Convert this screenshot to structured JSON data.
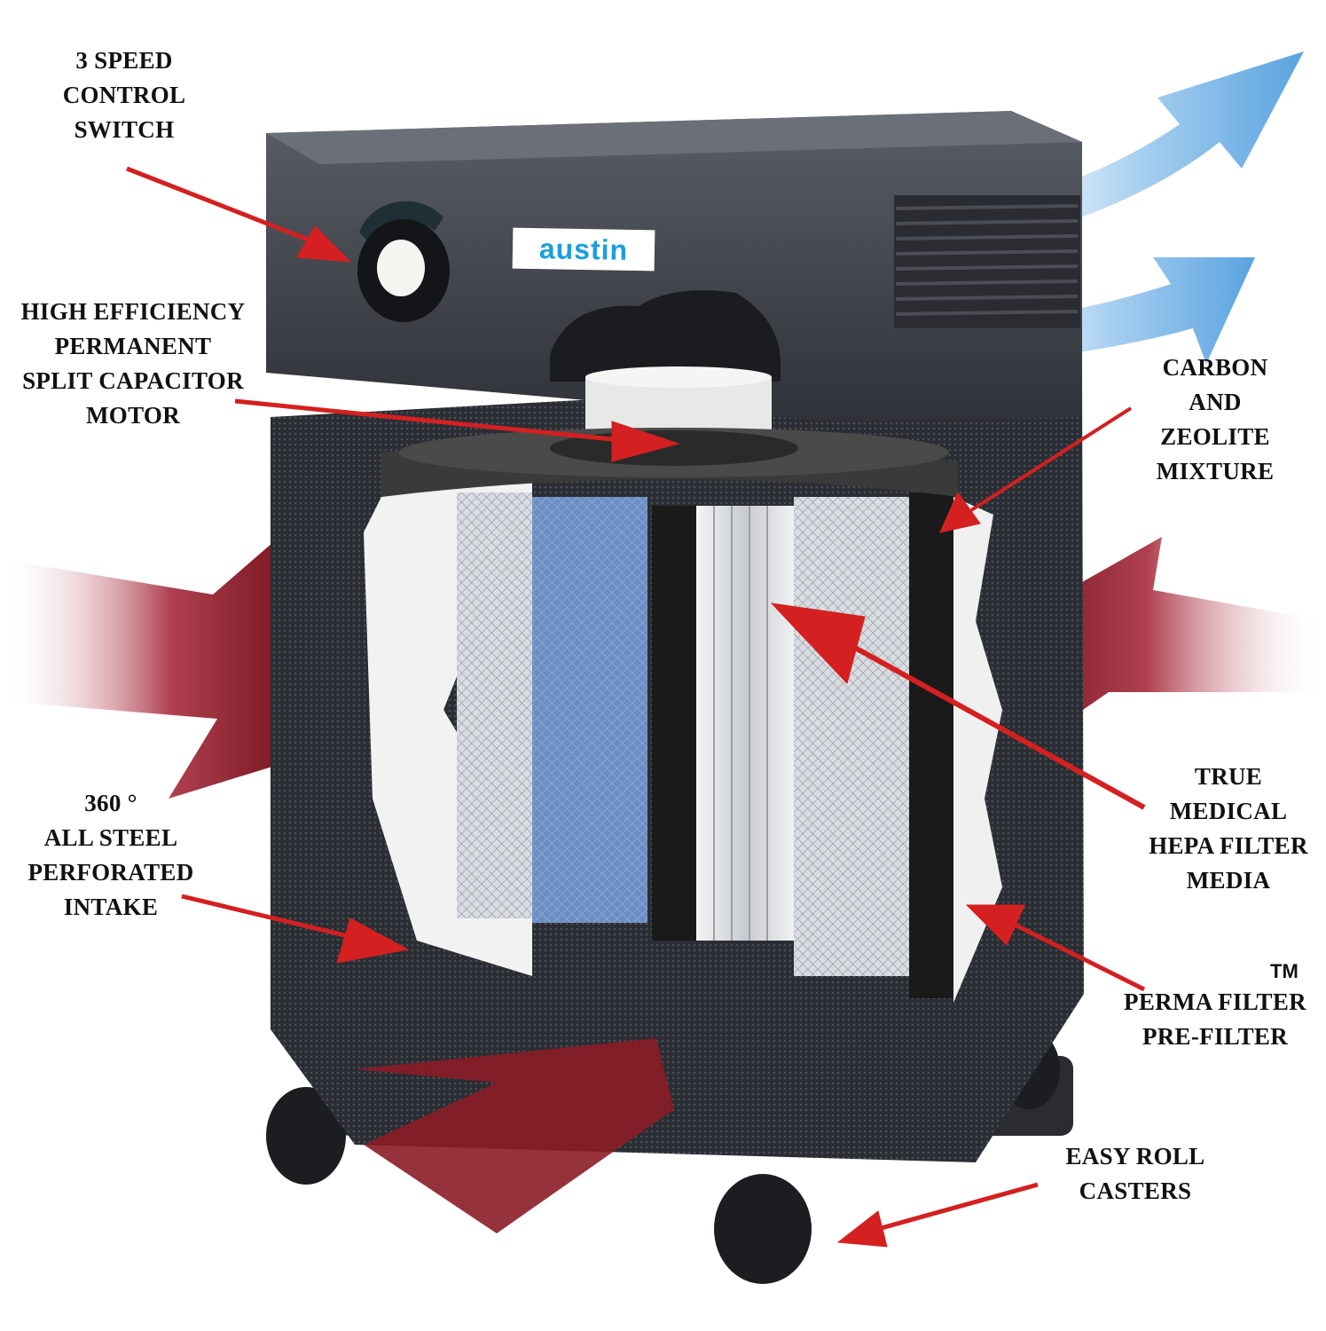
{
  "diagram": {
    "subject": "Austin air purifier cutaway",
    "brand_logo": "austin",
    "colors": {
      "pointer_arrow": "#d42020",
      "intake_arrow": "#8a1c26",
      "outflow_arrow": "#6fb0e6",
      "housing": "#3c4048",
      "logo_text": "#1a9fdc"
    },
    "labels": [
      {
        "id": "speed_switch",
        "text": "3 SPEED\nCONTROL\nSWITCH"
      },
      {
        "id": "motor",
        "text": "HIGH EFFICIENCY\nPERMANENT\nSPLIT CAPACITOR\nMOTOR"
      },
      {
        "id": "carbon",
        "text": "CARBON\nAND\nZEOLITE\nMIXTURE"
      },
      {
        "id": "intake",
        "text": "360 °\nALL STEEL\nPERFORATED\nINTAKE"
      },
      {
        "id": "hepa",
        "text": "TRUE\nMEDICAL\nHEPA FILTER\nMEDIA"
      },
      {
        "id": "prefilter",
        "text": "PERMA FILTER\nPRE-FILTER",
        "mark": "TM"
      },
      {
        "id": "casters",
        "text": "EASY ROLL\nCASTERS"
      }
    ]
  }
}
